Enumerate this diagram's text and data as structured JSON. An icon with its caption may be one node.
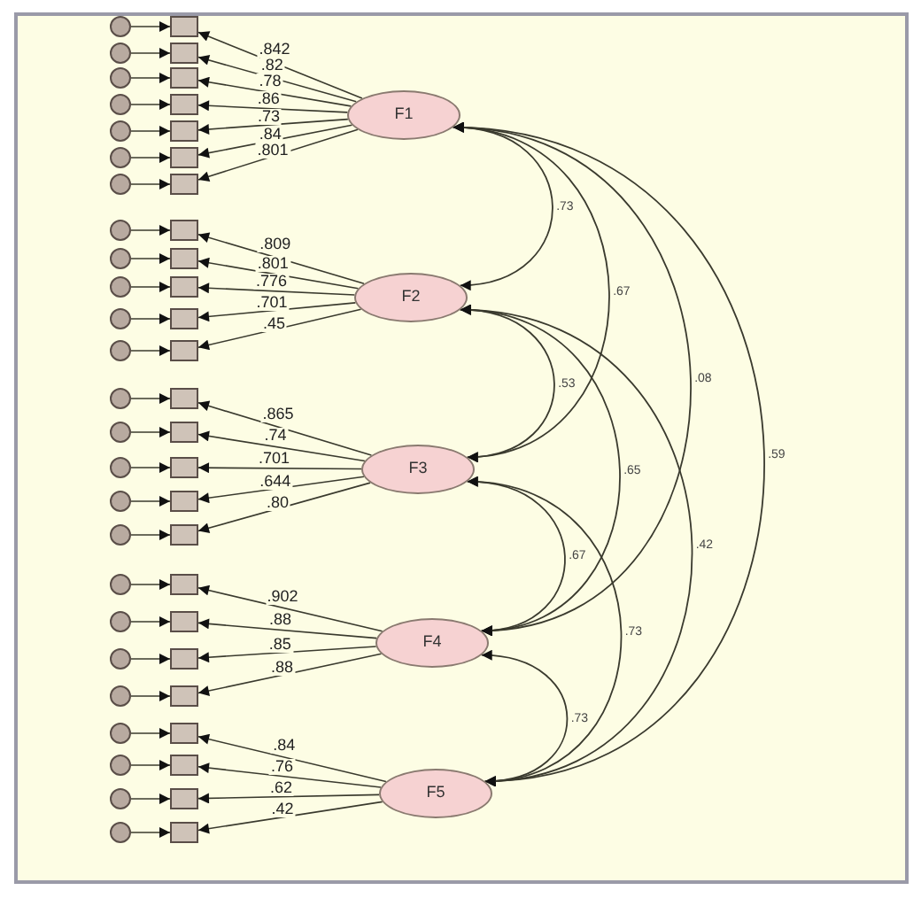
{
  "diagram": {
    "nodes": [
      {
        "text": [
          "F1"
        ]
      },
      {
        "text": [
          "F2"
        ]
      },
      {
        "text": [
          "F3"
        ]
      },
      {
        "text": [
          "F4"
        ]
      },
      {
        "text": [
          "F5"
        ]
      },
      {
        "text": [],
        "shape": "circle"
      },
      {
        "text": [],
        "shape": "box"
      },
      {
        "text": [],
        "shape": "circle"
      },
      {
        "text": [],
        "shape": "box"
      },
      {
        "text": [],
        "shape": "circle"
      },
      {
        "text": [],
        "shape": "box"
      },
      {
        "text": [],
        "shape": "circle"
      },
      {
        "text": [],
        "shape": "box"
      },
      {
        "text": [],
        "shape": "circle"
      },
      {
        "text": [],
        "shape": "box"
      },
      {
        "text": [],
        "shape": "circle"
      },
      {
        "text": [],
        "shape": "box"
      },
      {
        "text": [],
        "shape": "circle"
      },
      {
        "text": [],
        "shape": "box"
      },
      {
        "text": [],
        "shape": "circle"
      },
      {
        "text": [],
        "shape": "box"
      },
      {
        "text": [],
        "shape": "circle"
      },
      {
        "text": [],
        "shape": "box"
      },
      {
        "text": [],
        "shape": "circle"
      },
      {
        "text": [],
        "shape": "box"
      },
      {
        "text": [],
        "shape": "circle"
      },
      {
        "text": [],
        "shape": "box"
      },
      {
        "text": [],
        "shape": "circle"
      },
      {
        "text": [],
        "shape": "box"
      },
      {
        "text": [],
        "shape": "circle"
      },
      {
        "text": [],
        "shape": "box"
      },
      {
        "text": [],
        "shape": "circle"
      },
      {
        "text": [],
        "shape": "box"
      },
      {
        "text": [],
        "shape": "circle"
      },
      {
        "text": [],
        "shape": "box"
      },
      {
        "text": [],
        "shape": "circle"
      },
      {
        "text": [],
        "shape": "box"
      },
      {
        "text": [],
        "shape": "circle"
      },
      {
        "text": [],
        "shape": "box"
      },
      {
        "text": [],
        "shape": "circle"
      },
      {
        "text": [],
        "shape": "box"
      },
      {
        "text": [],
        "shape": "circle"
      },
      {
        "text": [],
        "shape": "box"
      },
      {
        "text": [],
        "shape": "circle"
      },
      {
        "text": [],
        "shape": "box"
      },
      {
        "text": [],
        "shape": "circle"
      },
      {
        "text": [],
        "shape": "box"
      },
      {
        "text": [],
        "shape": "circle"
      },
      {
        "text": [],
        "shape": "box"
      },
      {
        "text": [],
        "shape": "circle"
      },
      {
        "text": [],
        "shape": "box"
      },
      {
        "text": [],
        "shape": "circle"
      },
      {
        "text": [],
        "shape": "box"
      },
      {
        "text": [],
        "shape": "circle"
      },
      {
        "text": [],
        "shape": "box"
      }
    ],
    "edges": [
      {
        "from": 5,
        "to": 6,
        "arrow": "to"
      },
      {
        "from": 0,
        "to": 6,
        "arrow": "to",
        "label": ".842"
      },
      {
        "from": 7,
        "to": 8,
        "arrow": "to"
      },
      {
        "from": 0,
        "to": 8,
        "arrow": "to",
        "label": ".82"
      },
      {
        "from": 9,
        "to": 10,
        "arrow": "to"
      },
      {
        "from": 0,
        "to": 10,
        "arrow": "to",
        "label": ".78"
      },
      {
        "from": 11,
        "to": 12,
        "arrow": "to"
      },
      {
        "from": 0,
        "to": 12,
        "arrow": "to",
        "label": ".86"
      },
      {
        "from": 13,
        "to": 14,
        "arrow": "to"
      },
      {
        "from": 0,
        "to": 14,
        "arrow": "to",
        "label": ".73"
      },
      {
        "from": 15,
        "to": 16,
        "arrow": "to"
      },
      {
        "from": 0,
        "to": 16,
        "arrow": "to",
        "label": ".84"
      },
      {
        "from": 17,
        "to": 18,
        "arrow": "to"
      },
      {
        "from": 0,
        "to": 18,
        "arrow": "to",
        "label": ".801"
      },
      {
        "from": 19,
        "to": 20,
        "arrow": "to"
      },
      {
        "from": 1,
        "to": 20,
        "arrow": "to",
        "label": ".809"
      },
      {
        "from": 21,
        "to": 22,
        "arrow": "to"
      },
      {
        "from": 1,
        "to": 22,
        "arrow": "to",
        "label": ".801"
      },
      {
        "from": 23,
        "to": 24,
        "arrow": "to"
      },
      {
        "from": 1,
        "to": 24,
        "arrow": "to",
        "label": ".776"
      },
      {
        "from": 25,
        "to": 26,
        "arrow": "to"
      },
      {
        "from": 1,
        "to": 26,
        "arrow": "to",
        "label": ".701"
      },
      {
        "from": 27,
        "to": 28,
        "arrow": "to"
      },
      {
        "from": 1,
        "to": 28,
        "arrow": "to",
        "label": ".45"
      },
      {
        "from": 29,
        "to": 30,
        "arrow": "to"
      },
      {
        "from": 2,
        "to": 30,
        "arrow": "to",
        "label": ".865"
      },
      {
        "from": 31,
        "to": 32,
        "arrow": "to"
      },
      {
        "from": 2,
        "to": 32,
        "arrow": "to",
        "label": ".74"
      },
      {
        "from": 33,
        "to": 34,
        "arrow": "to"
      },
      {
        "from": 2,
        "to": 34,
        "arrow": "to",
        "label": ".701"
      },
      {
        "from": 35,
        "to": 36,
        "arrow": "to"
      },
      {
        "from": 2,
        "to": 36,
        "arrow": "to",
        "label": ".644"
      },
      {
        "from": 37,
        "to": 38,
        "arrow": "to"
      },
      {
        "from": 2,
        "to": 38,
        "arrow": "to",
        "label": ".80"
      },
      {
        "from": 39,
        "to": 40,
        "arrow": "to"
      },
      {
        "from": 3,
        "to": 40,
        "arrow": "to",
        "label": ".902"
      },
      {
        "from": 41,
        "to": 42,
        "arrow": "to"
      },
      {
        "from": 3,
        "to": 42,
        "arrow": "to",
        "label": ".88"
      },
      {
        "from": 43,
        "to": 44,
        "arrow": "to"
      },
      {
        "from": 3,
        "to": 44,
        "arrow": "to",
        "label": ".85"
      },
      {
        "from": 45,
        "to": 46,
        "arrow": "to"
      },
      {
        "from": 3,
        "to": 46,
        "arrow": "to",
        "label": ".88"
      },
      {
        "from": 47,
        "to": 48,
        "arrow": "to"
      },
      {
        "from": 4,
        "to": 48,
        "arrow": "to",
        "label": ".84"
      },
      {
        "from": 49,
        "to": 50,
        "arrow": "to"
      },
      {
        "from": 4,
        "to": 50,
        "arrow": "to",
        "label": ".76"
      },
      {
        "from": 51,
        "to": 52,
        "arrow": "to"
      },
      {
        "from": 4,
        "to": 52,
        "arrow": "to",
        "label": ".62"
      },
      {
        "from": 53,
        "to": 54,
        "arrow": "to"
      },
      {
        "from": 4,
        "to": 54,
        "arrow": "to",
        "label": ".42"
      },
      {
        "from": 0,
        "to": 1,
        "arrow": "both",
        "label": ".73"
      },
      {
        "from": 0,
        "to": 2,
        "arrow": "both",
        "label": ".67"
      },
      {
        "from": 0,
        "to": 3,
        "arrow": "both",
        "label": ".08"
      },
      {
        "from": 0,
        "to": 4,
        "arrow": "both",
        "label": ".59"
      },
      {
        "from": 1,
        "to": 2,
        "arrow": "both",
        "label": ".53"
      },
      {
        "from": 1,
        "to": 3,
        "arrow": "both",
        "label": ".65"
      },
      {
        "from": 1,
        "to": 4,
        "arrow": "both",
        "label": ".42"
      },
      {
        "from": 2,
        "to": 3,
        "arrow": "both",
        "label": ".67"
      },
      {
        "from": 2,
        "to": 4,
        "arrow": "both",
        "label": ".73"
      },
      {
        "from": 3,
        "to": 4,
        "arrow": "both",
        "label": ".73"
      }
    ]
  }
}
